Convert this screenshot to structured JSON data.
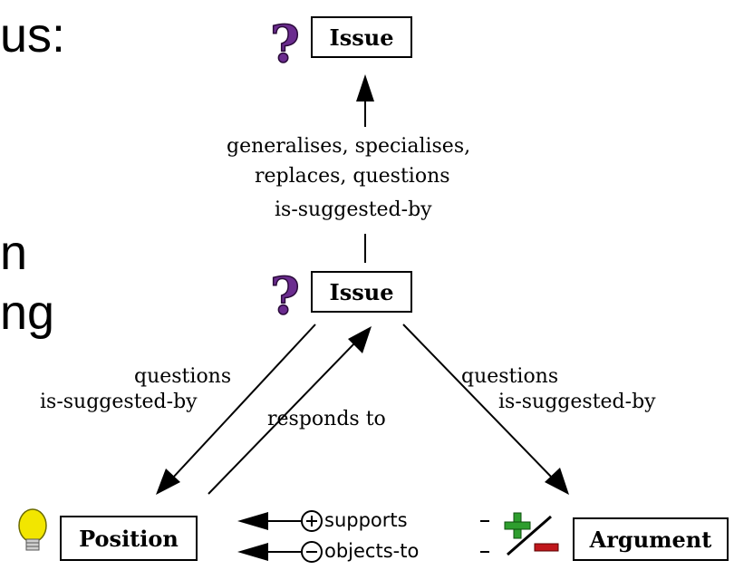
{
  "slide": {
    "fragments": [
      "us:",
      "n",
      "ng"
    ]
  },
  "nodes": {
    "top_issue": "Issue",
    "mid_issue": "Issue",
    "position": "Position",
    "argument": "Argument"
  },
  "edges": {
    "vertical_lines": [
      "generalises, specialises,",
      "replaces, questions",
      "is-suggested-by"
    ],
    "left_lines": [
      "questions",
      "is-suggested-by"
    ],
    "right_lines": [
      "questions",
      "is-suggested-by"
    ],
    "responds_to": "responds to",
    "supports": "supports",
    "objects_to": "objects-to"
  },
  "icons": {
    "issue": "question-mark-icon",
    "position": "lightbulb-icon",
    "argument": "plus-minus-icon"
  },
  "colors": {
    "question_mark": "#6b2c8f",
    "lightbulb": "#f2e600",
    "plus": "#2e9e2e",
    "minus": "#c0171c"
  }
}
